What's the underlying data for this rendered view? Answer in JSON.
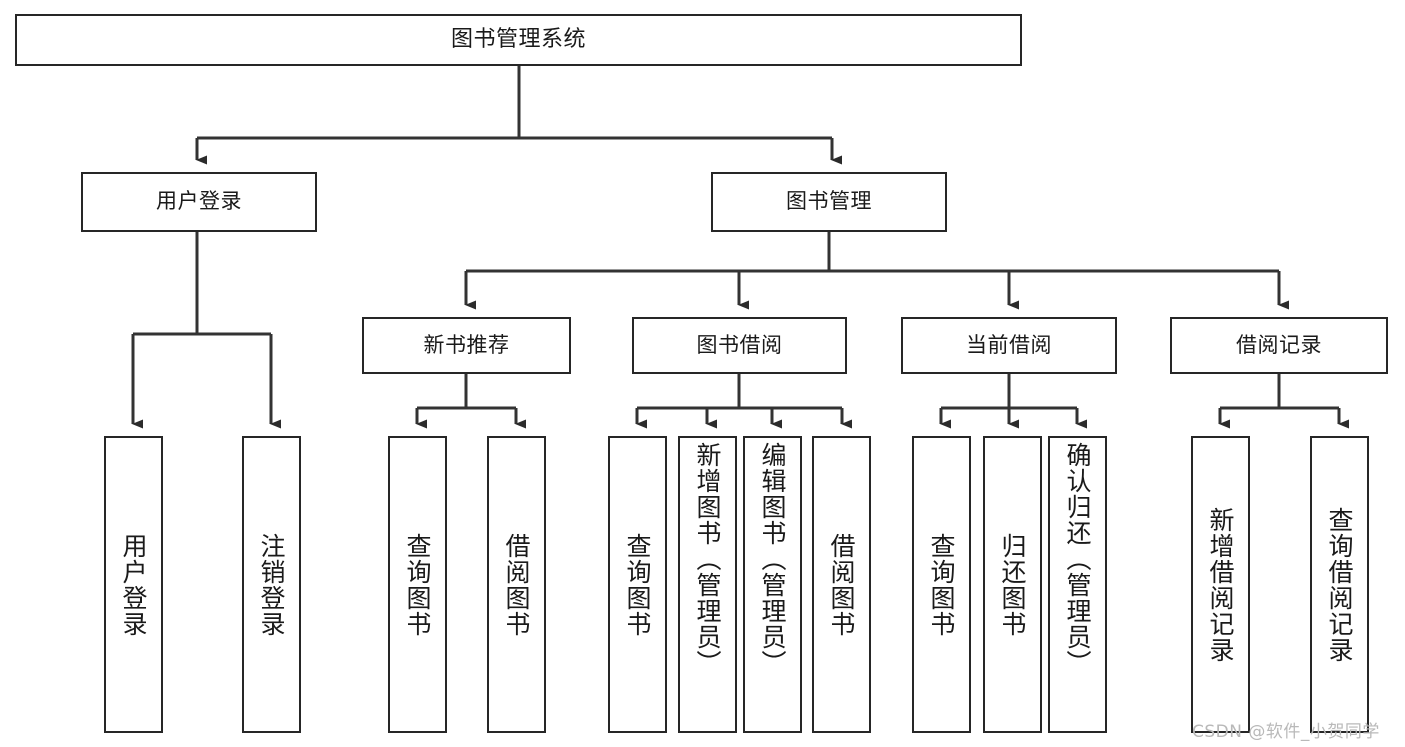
{
  "diagram": {
    "type": "tree-hierarchy-chart",
    "title": "图书管理系统",
    "watermark": "CSDN @软件_小贺同学",
    "colors": {
      "box_border": "#262626",
      "box_fill": "#ffffff",
      "connector": "#333333",
      "text": "#1a1a1a",
      "watermark": "#b9b9b9",
      "background": "#ffffff"
    },
    "nodes": {
      "root": {
        "label": "图书管理系统"
      },
      "level2": [
        {
          "label": "用户登录"
        },
        {
          "label": "图书管理"
        }
      ],
      "level3": [
        {
          "label": "新书推荐"
        },
        {
          "label": "图书借阅"
        },
        {
          "label": "当前借阅"
        },
        {
          "label": "借阅记录"
        }
      ],
      "leaves_user_login": [
        {
          "label": "用户登录"
        },
        {
          "label": "注销登录"
        }
      ],
      "leaves_new_book": [
        {
          "label": "查询图书"
        },
        {
          "label": "借阅图书"
        }
      ],
      "leaves_borrow": [
        {
          "label": "查询图书"
        },
        {
          "label": "新增图书（管理员）"
        },
        {
          "label": "编辑图书（管理员）"
        },
        {
          "label": "借阅图书"
        }
      ],
      "leaves_current": [
        {
          "label": "查询图书"
        },
        {
          "label": "归还图书"
        },
        {
          "label": "确认归还（管理员）"
        }
      ],
      "leaves_records": [
        {
          "label": "新增借阅记录"
        },
        {
          "label": "查询借阅记录"
        }
      ]
    }
  }
}
